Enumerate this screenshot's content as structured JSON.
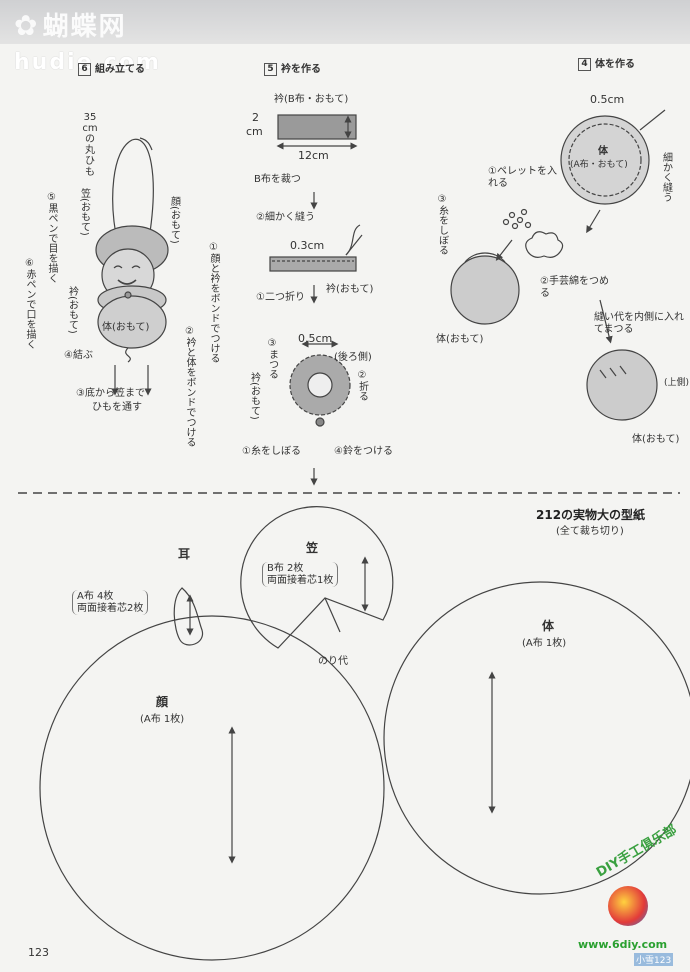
{
  "watermark": {
    "site_cn": "蝴蝶网",
    "site_en": "hudie.com"
  },
  "step6": {
    "num": "6",
    "title": "組み立てる",
    "cord": [
      "35",
      "cm",
      "の",
      "丸",
      "ひ",
      "も"
    ],
    "hat": "笠(おもて)",
    "face": "顔(おもて)",
    "eyes": "⑤黒ペンで目を描く",
    "mouth": "⑥赤ペンで口を描く",
    "collar": "衿(おもて)",
    "body": "体(おもて)",
    "glue1": "①顔と衿をボンドでつける",
    "glue2": "②衿と体をボンドでつける",
    "tie": "④結ぶ",
    "thread": "③底から笠まで",
    "thread2": "ひもを通す"
  },
  "step5": {
    "num": "5",
    "title": "衿を作る",
    "fabric": "衿(B布・おもて)",
    "h_num": "2",
    "h_unit": "cm",
    "width": "12cm",
    "cut": "B布を裁つ",
    "sew": "②細かく縫う",
    "seam": "0.3cm",
    "fold": "①二つ折り",
    "collar": "衿(おもて)",
    "seam2": "0.5cm",
    "gather": "③まつる",
    "back": "(後ろ側)",
    "fold2": "②折る",
    "collar_v": "衿(おもて)",
    "pull": "①糸をしぼる",
    "bell": "④鈴をつける"
  },
  "step4": {
    "num": "4",
    "title": "体を作る",
    "seam": "0.5cm",
    "body1": "体",
    "body1b": "(A布・おもて)",
    "sew": "細かく縫う",
    "pellet": "①ペレットを入れる",
    "pull": "③糸をしぼる",
    "stuff": "②手芸綿をつめる",
    "body2": "体(おもて)",
    "tuck": "縫い代を内側に入れてまつる",
    "top": "(上側)",
    "body3": "体(おもて)"
  },
  "patterns": {
    "heading": "212の実物大の型紙",
    "subheading": "(全て裁ち切り)",
    "ear": {
      "title": "耳",
      "note1": "A布 4枚",
      "note2": "両面接着芯2枚"
    },
    "hat": {
      "title": "笠",
      "note1": "B布 2枚",
      "note2": "両面接着芯1枚",
      "glue": "のり代"
    },
    "face": {
      "title": "顔",
      "note": "(A布 1枚)"
    },
    "body": {
      "title": "体",
      "note": "(A布 1枚)"
    }
  },
  "logo": {
    "club": "DIY手工俱乐部",
    "url": "www.6diy.com",
    "sub": "小雪123"
  },
  "page_number": "123"
}
